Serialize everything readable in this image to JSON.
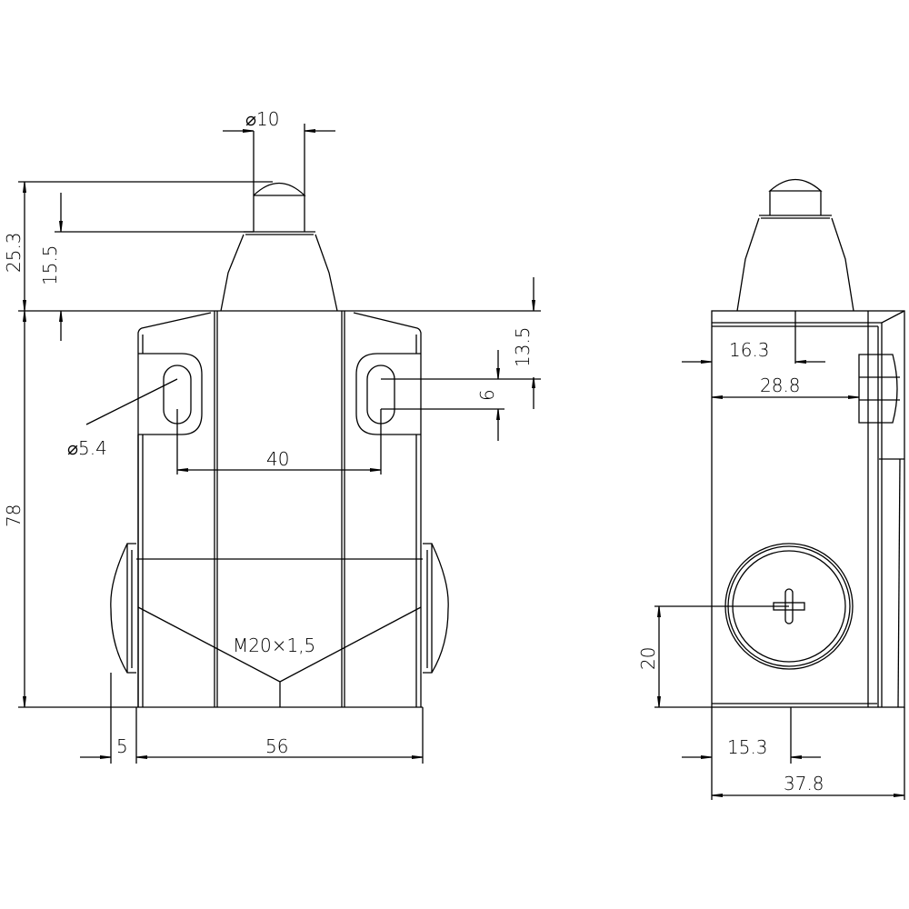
{
  "front_view": {
    "dimensions": {
      "plunger_diameter": "⌀10",
      "total_height_to_body": "25.3",
      "plunger_height": "15.5",
      "body_height": "78",
      "slot_offset": "13.5",
      "slot_length": "6",
      "hole_spacing": "40",
      "hole_diameter": "⌀5.4",
      "gland_protrusion": "5",
      "body_width": "56"
    },
    "thread_label": "M20×1,5"
  },
  "side_view": {
    "dimensions": {
      "plunger_offset": "16.3",
      "knob_offset": "28.8",
      "gland_height": "20",
      "gland_offset": "15.3",
      "body_depth": "37.8"
    }
  },
  "colors": {
    "line": "#000000",
    "background": "#ffffff"
  }
}
